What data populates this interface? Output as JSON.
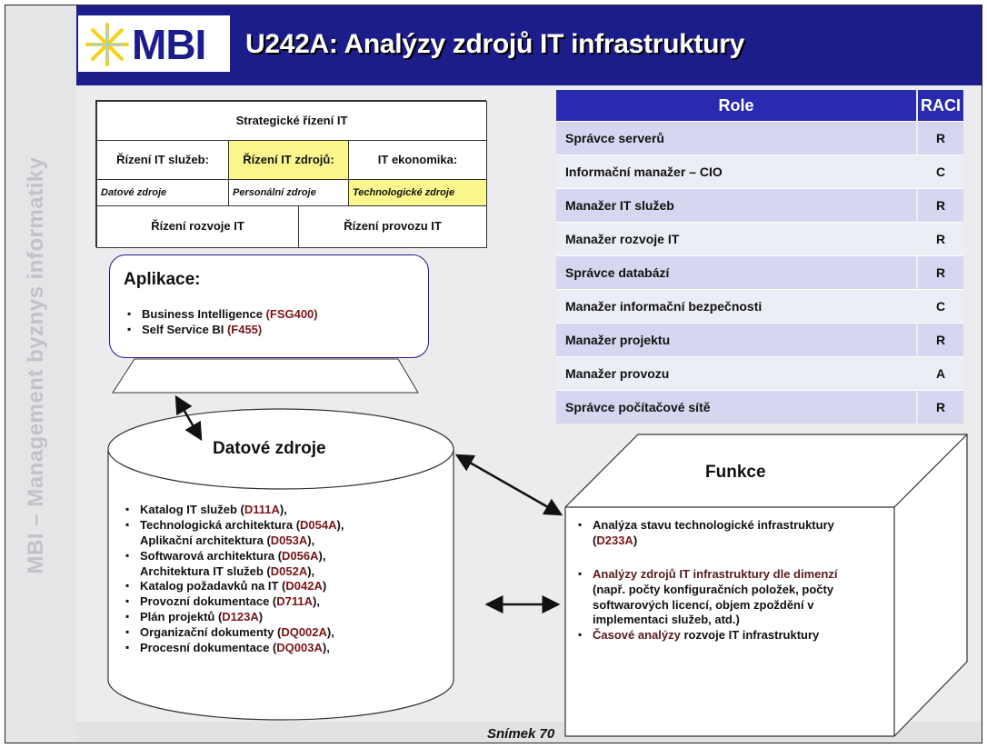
{
  "side_text": "MBI – Management byznys informatiky",
  "logo_text": "MBI",
  "title": "U242A: Analýzy zdrojů IT infrastruktury",
  "model": {
    "strategic": "Strategické řízení IT",
    "services": "Řízení IT služeb:",
    "resources": "Řízení IT zdrojů:",
    "economics": "IT ekonomika:",
    "data_sources": "Datové zdroje",
    "personnel": "Personální zdroje",
    "technology": "Technologické zdroje",
    "development": "Řízení rozvoje IT",
    "operations": "Řízení provozu IT"
  },
  "raci": {
    "header_role": "Role",
    "header_raci": "RACI",
    "rows": [
      {
        "role": "Správce serverů",
        "value": "R"
      },
      {
        "role": "Informační manažer – CIO",
        "value": "C"
      },
      {
        "role": "Manažer IT služeb",
        "value": "R"
      },
      {
        "role": "Manažer rozvoje IT",
        "value": "R"
      },
      {
        "role": "Správce databází",
        "value": "R"
      },
      {
        "role": "Manažer informační bezpečnosti",
        "value": "C"
      },
      {
        "role": "Manažer projektu",
        "value": "R"
      },
      {
        "role": "Manažer provozu",
        "value": "A"
      },
      {
        "role": "Správce počítačové sítě",
        "value": "R"
      }
    ]
  },
  "applications": {
    "title": "Aplikace:",
    "items": [
      {
        "text": "Business Intelligence ",
        "code": "(FSG400)"
      },
      {
        "text": "Self Service BI ",
        "code": "(F455)"
      }
    ]
  },
  "data_sources": {
    "title": "Datové zdroje",
    "items": [
      {
        "text": "Katalog IT služeb (",
        "code": "D111A",
        "tail": "),"
      },
      {
        "text": "Technologická architektura (",
        "code": "D054A",
        "tail": "),"
      },
      {
        "text": "Aplikační  architektura (",
        "code": "D053A",
        "tail": "),",
        "continuation": true
      },
      {
        "text": "Softwarová architektura (",
        "code": "D056A",
        "tail": "),"
      },
      {
        "text": "Architektura IT služeb (",
        "code": "D052A",
        "tail": "),",
        "continuation": true
      },
      {
        "text": "Katalog požadavků na IT (",
        "code": "D042A",
        "tail": ")"
      },
      {
        "text": "Provozní dokumentace (",
        "code": "D711A",
        "tail": "),"
      },
      {
        "text": "Plán projektů (",
        "code": "D123A",
        "tail": ")"
      },
      {
        "text": "Organizační dokumenty (",
        "code": "DQ002A",
        "tail": "),"
      },
      {
        "text": "Procesní dokumentace (",
        "code": "DQ003A",
        "tail": "),"
      }
    ]
  },
  "functions": {
    "title": "Funkce",
    "item1_text": "Analýza stavu technologické infrastruktury (",
    "item1_code": "D233A",
    "item1_tail": ")",
    "item2_lead": "Analýzy  zdrojů IT infrastruktury dle dimenzí",
    "item2_rest": " (např. počty konfiguračních položek, počty softwarových licencí, objem zpoždění v implementaci služeb, atd.)",
    "item3_lead": "Časové analýzy",
    "item3_rest": " rozvoje IT infrastruktury"
  },
  "footer_label": "Snímek  70",
  "colors": {
    "header_bg": "#1c1c8a",
    "raci_header_bg": "#2a2ab0",
    "highlight_yellow": "#fbf78c",
    "code_red": "#7a1518"
  }
}
